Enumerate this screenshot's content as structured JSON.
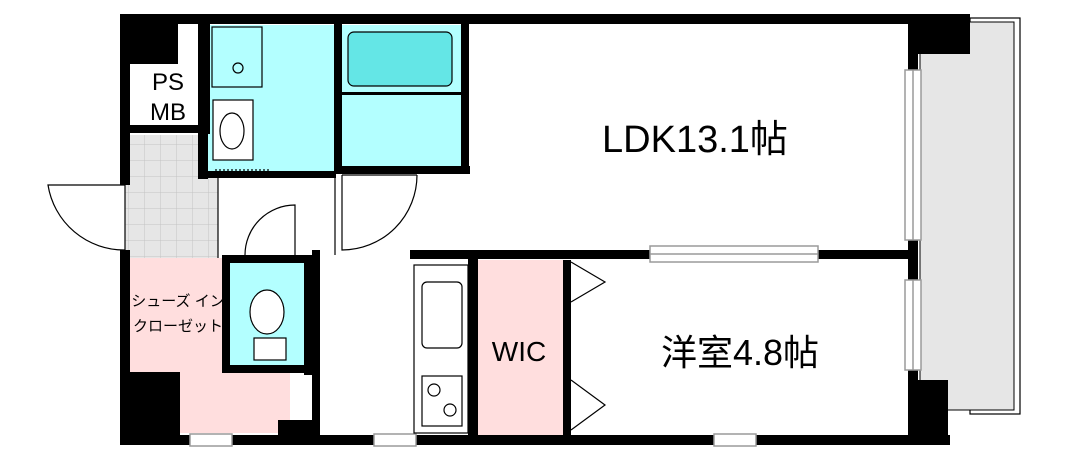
{
  "rooms": {
    "ldk": "LDK13.1帖",
    "western_room": "洋室4.8帖",
    "wic": "WIC",
    "ps_mb_line1": "PS",
    "ps_mb_line2": "MB",
    "shoe_closet_line1": "シューズ イン",
    "shoe_closet_line2": "クローゼット"
  },
  "colors": {
    "wall": "#000000",
    "bath_fill": "#b3ffff",
    "shoe_closet_fill": "#ffdede",
    "wic_fill": "#ffdede",
    "entrance_tile": "#e6e6e6",
    "balcony_fill": "#e6e6e6",
    "window_frame": "#9a9a9a"
  }
}
